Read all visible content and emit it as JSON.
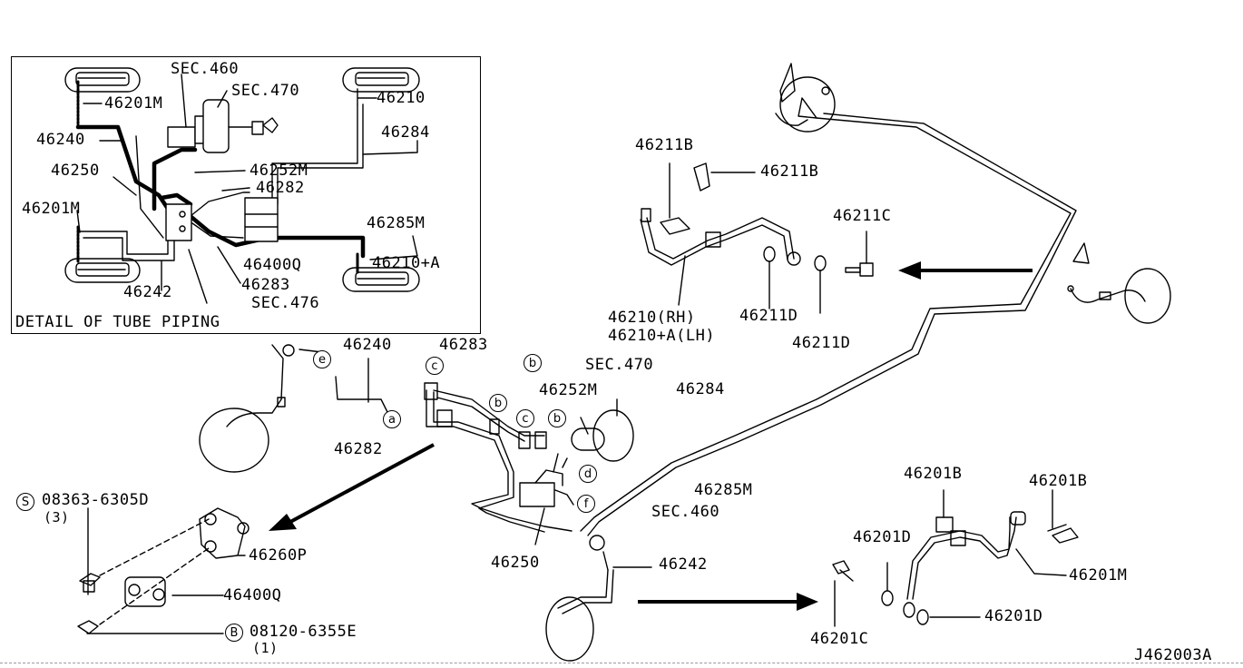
{
  "detail": {
    "title": "DETAIL OF TUBE PIPING",
    "labels": {
      "sec460": "SEC.460",
      "sec470": "SEC.470",
      "p46201m_top": "46201M",
      "p46210": "46210",
      "p46240": "46240",
      "p46284": "46284",
      "p46250": "46250",
      "p46252m": "46252M",
      "p46282": "46282",
      "p46201m_left": "46201M",
      "p46285m": "46285M",
      "p46400q": "46400Q",
      "p46210a": "46210+A",
      "p46283": "46283",
      "p46242": "46242",
      "sec476": "SEC.476"
    }
  },
  "main": {
    "labels": {
      "p46211b_1": "46211B",
      "p46211b_2": "46211B",
      "p46211c": "46211C",
      "p46210rh": "46210(RH)",
      "p46210lh": "46210+A(LH)",
      "p46211d_1": "46211D",
      "p46211d_2": "46211D",
      "p46240": "46240",
      "p46283": "46283",
      "sec470": "SEC.470",
      "p46252m": "46252M",
      "p46284": "46284",
      "p46282": "46282",
      "p46285m": "46285M",
      "sec460": "SEC.460",
      "p46250": "46250",
      "p46242": "46242",
      "p46260p": "46260P",
      "p46400q": "46400Q",
      "s_part": "08363-6305D",
      "s_qty": "(3)",
      "b_part": "08120-6355E",
      "b_qty": "(1)",
      "p46201b_1": "46201B",
      "p46201b_2": "46201B",
      "p46201d_1": "46201D",
      "p46201d_2": "46201D",
      "p46201m": "46201M",
      "p46201c": "46201C",
      "ref": "J462003A"
    },
    "circles": {
      "a": "a",
      "b1": "b",
      "b2": "b",
      "b3": "b",
      "c1": "c",
      "c2": "c",
      "d": "d",
      "e": "e",
      "f": "f",
      "s": "S",
      "bb": "B"
    }
  }
}
